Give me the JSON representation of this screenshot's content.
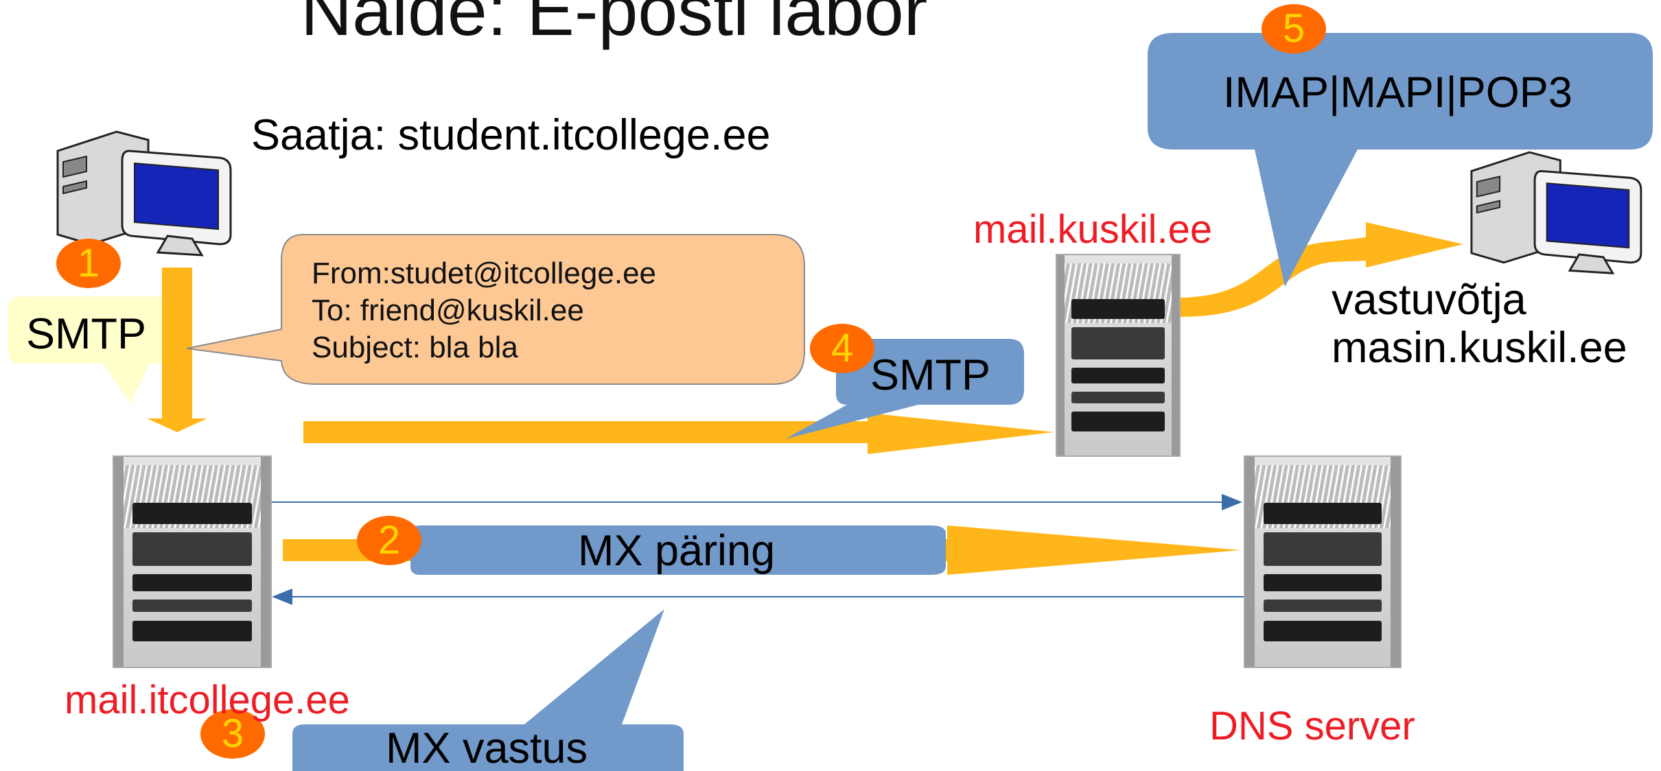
{
  "title": "Näide: E-posti labor",
  "sender_label": "Saatja: student.itcollege.ee",
  "email": {
    "from": "From:studet@itcollege.ee",
    "to": "To: friend@kuskil.ee",
    "subject": "Subject: bla bla"
  },
  "servers": {
    "sender_mail": "mail.itcollege.ee",
    "receiver_mail": "mail.kuskil.ee",
    "dns": "DNS server"
  },
  "receiver": {
    "line1": "vastuvõtja",
    "line2": "masin.kuskil.ee"
  },
  "steps": [
    {
      "num": "1",
      "label": "SMTP"
    },
    {
      "num": "2",
      "label": "MX päring"
    },
    {
      "num": "3",
      "label": "MX vastus"
    },
    {
      "num": "4",
      "label": "SMTP"
    },
    {
      "num": "5",
      "label": "IMAP|MAPI|POP3"
    }
  ],
  "colors": {
    "arrow": "#ffb61a",
    "callout_blue": "#7199ca",
    "callout_peach": "#fdc894",
    "callout_yellow": "#ffffcc",
    "badge": "#ff6a00",
    "badge_text": "#ffd500",
    "server_label": "#ee1c25",
    "line": "#3b6ea8"
  },
  "icons": [
    "desktop-computer-icon",
    "server-rack-icon"
  ]
}
